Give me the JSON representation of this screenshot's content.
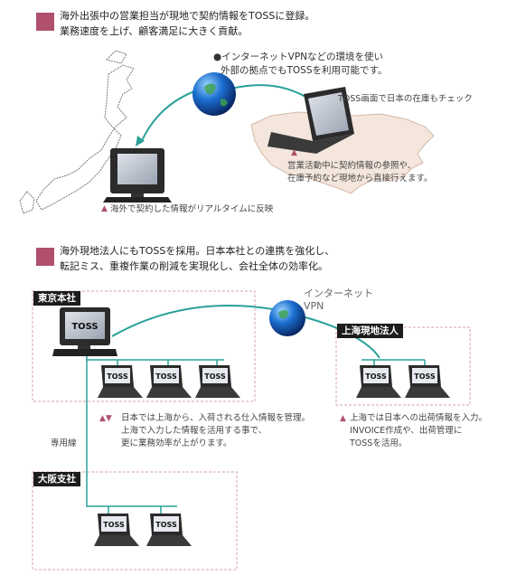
{
  "section1": {
    "heading_line1": "海外出張中の営業担当が現地で契約情報をTOSSに登録。",
    "heading_line2": "業務速度を上げ、顧客満足に大きく貢献。",
    "internet_line1": "●インターネットVPNなどの環境を使い",
    "internet_line2": "外部の拠点でもTOSSを利用可能です。",
    "laptop_caption": "TOSS画面で日本の在庫もチェック",
    "usa_note_marker": "▲",
    "usa_note_line1": "営業活動中に契約情報の参照や、",
    "usa_note_line2": "在庫予約など現地から直接行えます。",
    "japan_note_marker": "▲",
    "japan_note": "海外で契約した情報がリアルタイムに反映"
  },
  "section2": {
    "heading_line1": "海外現地法人にもTOSSを採用。日本本社との連携を強化し、",
    "heading_line2": "転記ミス、重複作業の削減を実現化し、会社全体の効率化。",
    "tokyo_label": "東京本社",
    "shanghai_label": "上海現地法人",
    "osaka_label": "大阪支社",
    "internet_label_line1": "インターネット",
    "internet_label_line2": "VPN",
    "pc_screen_text": "TOSS",
    "leased_line": "専用線",
    "tokyo_note_marker": "▲▼",
    "tokyo_note_line1": "日本では上海から、入荷される仕入情報を管理。",
    "tokyo_note_line2": "上海で入力した情報を活用する事で、",
    "tokyo_note_line3": "更に業務効率が上がります。",
    "shanghai_note_marker": "▲",
    "shanghai_note_line1": "上海では日本への出荷情報を入力。",
    "shanghai_note_line2": "INVOICE作成や、出荷管理に",
    "shanghai_note_line3": "TOSSを活用。"
  },
  "colors": {
    "accent": "#b0506c",
    "line_teal": "#2aa198",
    "dashed_border": "#d9a0b0",
    "map_fill": "#f4e6dc",
    "label_box": "#1c1c1c"
  }
}
